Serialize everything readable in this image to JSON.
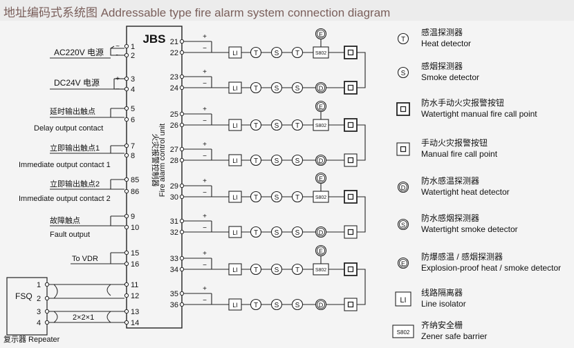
{
  "title": "地址编码式系统图 Addressable type fire alarm system connection diagram",
  "controller": {
    "name": "JBS",
    "label_cn": "火灾报警控制器",
    "label_en": "Fire alarm control unit"
  },
  "left_terminals": [
    {
      "id": "1",
      "sym": "~"
    },
    {
      "id": "2",
      "sym": "~"
    },
    {
      "id": "3",
      "sym": "+"
    },
    {
      "id": "4",
      "sym": "−"
    },
    {
      "id": "5",
      "sym": ""
    },
    {
      "id": "6",
      "sym": ""
    },
    {
      "id": "7",
      "sym": ""
    },
    {
      "id": "8",
      "sym": ""
    },
    {
      "id": "85",
      "sym": ""
    },
    {
      "id": "86",
      "sym": ""
    },
    {
      "id": "9",
      "sym": ""
    },
    {
      "id": "10",
      "sym": ""
    },
    {
      "id": "15",
      "sym": ""
    },
    {
      "id": "16",
      "sym": ""
    },
    {
      "id": "11",
      "sym": ""
    },
    {
      "id": "12",
      "sym": ""
    },
    {
      "id": "13",
      "sym": ""
    },
    {
      "id": "14",
      "sym": ""
    }
  ],
  "left_labels": {
    "ac": "AC220V 电源",
    "dc": "DC24V  电源",
    "delay_cn": "延时输出触点",
    "delay_en": "Delay output contact",
    "imm1_cn": "立即输出触点1",
    "imm1_en": "Immediate output contact 1",
    "imm2_cn": "立即输出触点2",
    "imm2_en": "Immediate output contact 2",
    "fault_cn": "故障触点",
    "fault_en": "Fault output",
    "vdr": "To VDR",
    "wires": "2×2×1",
    "repeater": "复示器 Repeater"
  },
  "repeater": {
    "name": "FSQ",
    "pins": [
      "1",
      "2",
      "3",
      "4"
    ]
  },
  "loops": [
    {
      "plus": "21",
      "minus": "22",
      "explosion_proof": true,
      "devices": [
        "LI",
        "T",
        "S",
        "T",
        "S802",
        "MCP_W"
      ],
      "ret": [
        "LI",
        "T",
        "S",
        "S",
        "D",
        "MCP_W"
      ],
      "ret_plus": "23",
      "ret_minus": "24"
    },
    {
      "plus": "25",
      "minus": "26",
      "explosion_proof": true,
      "devices": [
        "LI",
        "T",
        "S",
        "T",
        "S802",
        "MCP_W"
      ],
      "ret": [
        "LI",
        "T",
        "S",
        "S",
        "D",
        "MCP"
      ],
      "ret_plus": "27",
      "ret_minus": "28"
    },
    {
      "plus": "29",
      "minus": "30",
      "explosion_proof": true,
      "devices": [
        "LI",
        "T",
        "S",
        "T",
        "S802",
        "MCP_W"
      ],
      "ret": [
        "LI",
        "T",
        "S",
        "S",
        "D",
        "MCP"
      ],
      "ret_plus": "31",
      "ret_minus": "32"
    },
    {
      "plus": "33",
      "minus": "34",
      "explosion_proof": true,
      "devices": [
        "LI",
        "T",
        "S",
        "T",
        "S802",
        "MCP_W"
      ],
      "ret": [
        "LI",
        "T",
        "S",
        "S",
        "D",
        "MCP"
      ],
      "ret_plus": "35",
      "ret_minus": "36"
    }
  ],
  "symbols": {
    "T": "T",
    "S": "S",
    "D": "D",
    "E": "E",
    "LI": "LI",
    "S802": "S802",
    "plus": "+",
    "minus": "−",
    "tilde": "~"
  },
  "legend": [
    {
      "sym": "T",
      "cn": "感温探测器",
      "en": "Heat detector"
    },
    {
      "sym": "S",
      "cn": "感烟探测器",
      "en": "Smoke detector"
    },
    {
      "sym": "MCP_W",
      "cn": "防水手动火灾报警按钮",
      "en": "Watertight manual fire call point"
    },
    {
      "sym": "MCP",
      "cn": "手动火灾报警按钮",
      "en": "Manual fire call point"
    },
    {
      "sym": "D",
      "cn": "防水感温探测器",
      "en": "Watertight heat detector"
    },
    {
      "sym": "SW",
      "cn": "防水感烟探测器",
      "en": "Watertight smoke detector"
    },
    {
      "sym": "E",
      "cn": "防爆感温 / 感烟探测器",
      "en": "Explosion-proof heat / smoke detector"
    },
    {
      "sym": "LI",
      "cn": "线路隔离器",
      "en": "Line isolator"
    },
    {
      "sym": "S802",
      "cn": "齐纳安全栅",
      "en": "Zener safe barrier"
    }
  ]
}
